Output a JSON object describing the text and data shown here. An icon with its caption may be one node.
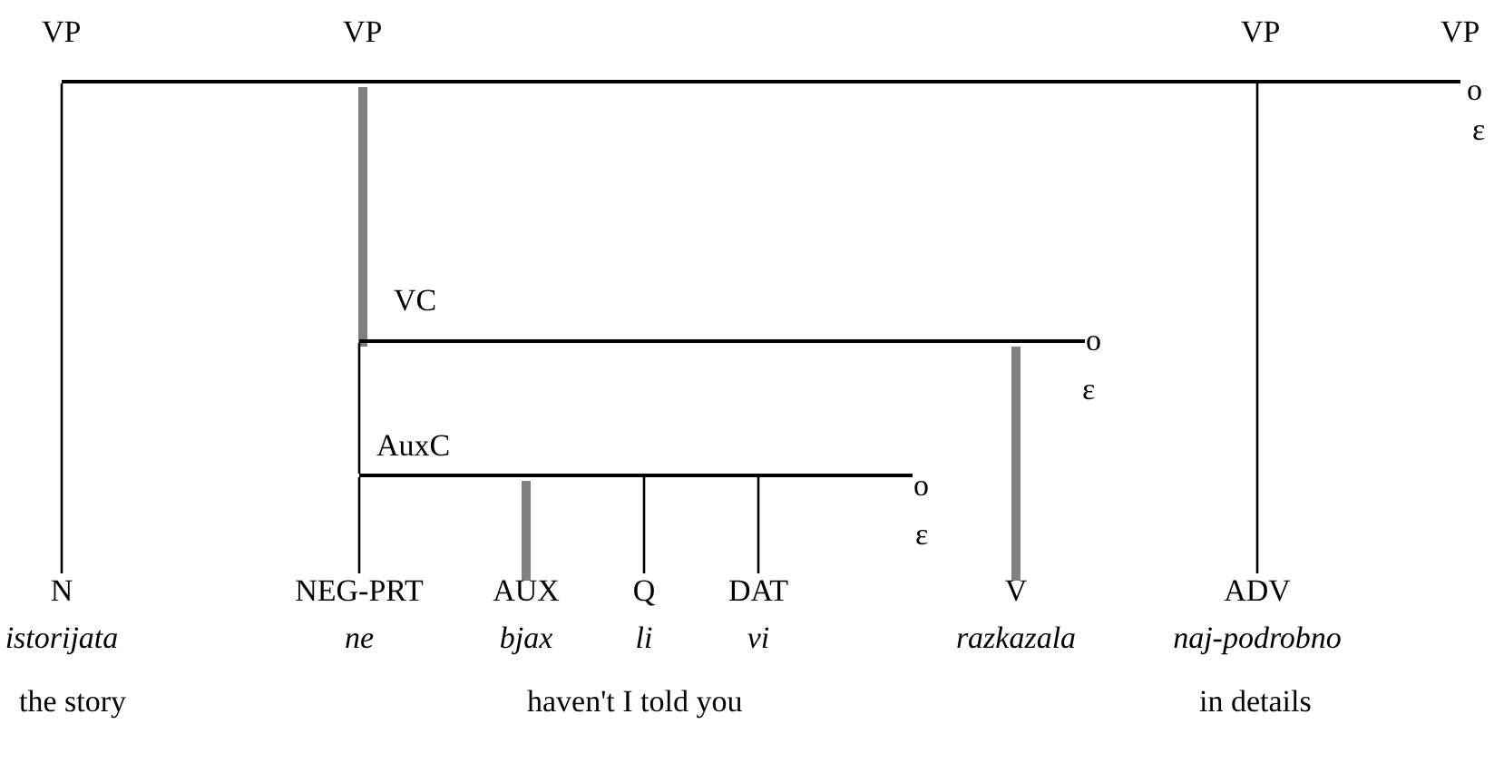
{
  "diagram": {
    "nodes": [
      {
        "text": [],
        "shape": "bar"
      },
      {
        "text": [],
        "shape": "bar"
      },
      {
        "text": [],
        "shape": "bar"
      },
      {
        "text": [
          "N",
          "istorijata"
        ]
      },
      {
        "text": [
          "NEG-PRT",
          "ne"
        ]
      },
      {
        "text": [
          "AUX",
          "bjax"
        ]
      },
      {
        "text": [
          "Q",
          "li"
        ]
      },
      {
        "text": [
          "DAT",
          "vi"
        ]
      },
      {
        "text": [
          "V",
          "razkazala"
        ]
      },
      {
        "text": [
          "ADV",
          "naj-podrobno"
        ]
      }
    ],
    "edges": [
      {
        "from": 0,
        "to": 3,
        "arrow": "none"
      },
      {
        "from": 0,
        "to": 1,
        "arrow": "none",
        "style": "thick",
        "color": "#808080"
      },
      {
        "from": 1,
        "to": 2,
        "arrow": "none"
      },
      {
        "from": 2,
        "to": 4,
        "arrow": "none"
      },
      {
        "from": 2,
        "to": 5,
        "arrow": "none",
        "style": "thick",
        "color": "#808080"
      },
      {
        "from": 2,
        "to": 6,
        "arrow": "none"
      },
      {
        "from": 2,
        "to": 7,
        "arrow": "none"
      },
      {
        "from": 1,
        "to": 8,
        "arrow": "none",
        "style": "thick",
        "color": "#808080"
      },
      {
        "from": 0,
        "to": 9,
        "arrow": "none"
      }
    ],
    "labels": [
      "VP",
      "VP",
      "VP",
      "VP",
      "o",
      "ε",
      "VC",
      "o",
      "ε",
      "AuxC",
      "o",
      "ε",
      "the story",
      "haven't I told you",
      "in details"
    ]
  }
}
